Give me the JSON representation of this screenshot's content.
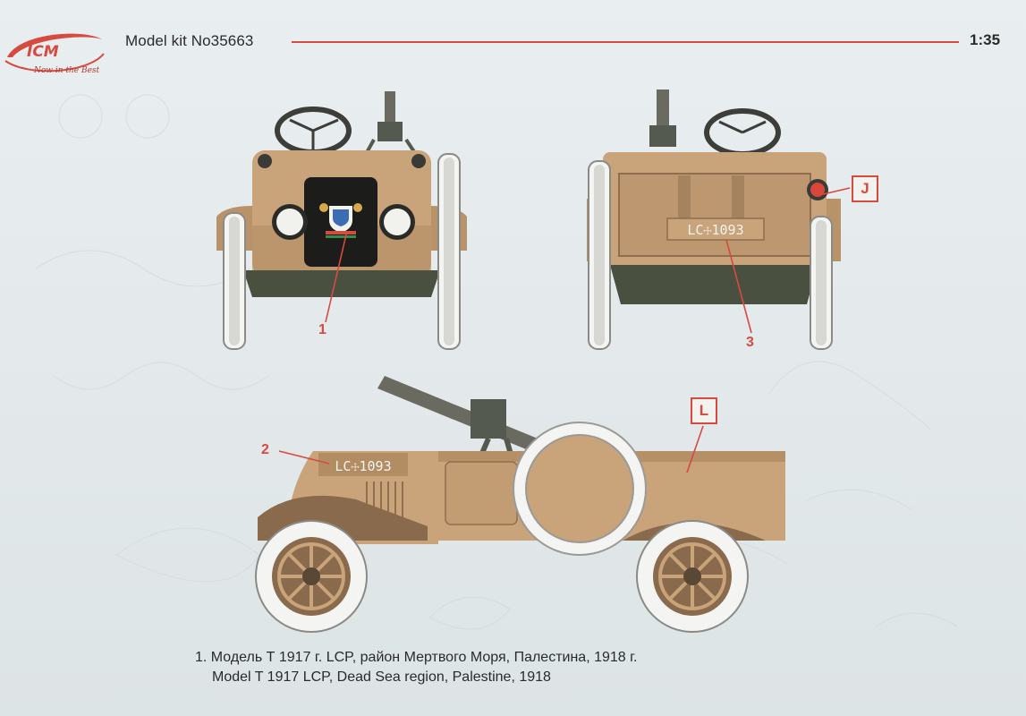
{
  "header": {
    "logo_text": "ICM",
    "logo_tagline": "Now in the Best",
    "kit_title": "Model kit No35663",
    "scale": "1:35"
  },
  "views": {
    "front": {
      "callout": "1",
      "plate_icon": "australian-coat-of-arms-icon"
    },
    "rear": {
      "callout_number": "3",
      "callout_box": "J",
      "plate_text": "LC☩1093"
    },
    "side": {
      "callout_number": "2",
      "callout_box": "L",
      "plate_text": "LC☩1093"
    }
  },
  "caption": {
    "line_ru": "1. Модель Т 1917 г. LCP, район Мертвого Моря, Палестина, 1918 г.",
    "line_en": "Model T 1917 LCP, Dead Sea region, Palestine, 1918"
  },
  "colors": {
    "accent": "#d64a3f",
    "paint_sand": "#c9a37a",
    "paint_shadow": "#9c7a58",
    "tire_white": "#f4f4f2",
    "chassis_dark": "#4a5040"
  }
}
